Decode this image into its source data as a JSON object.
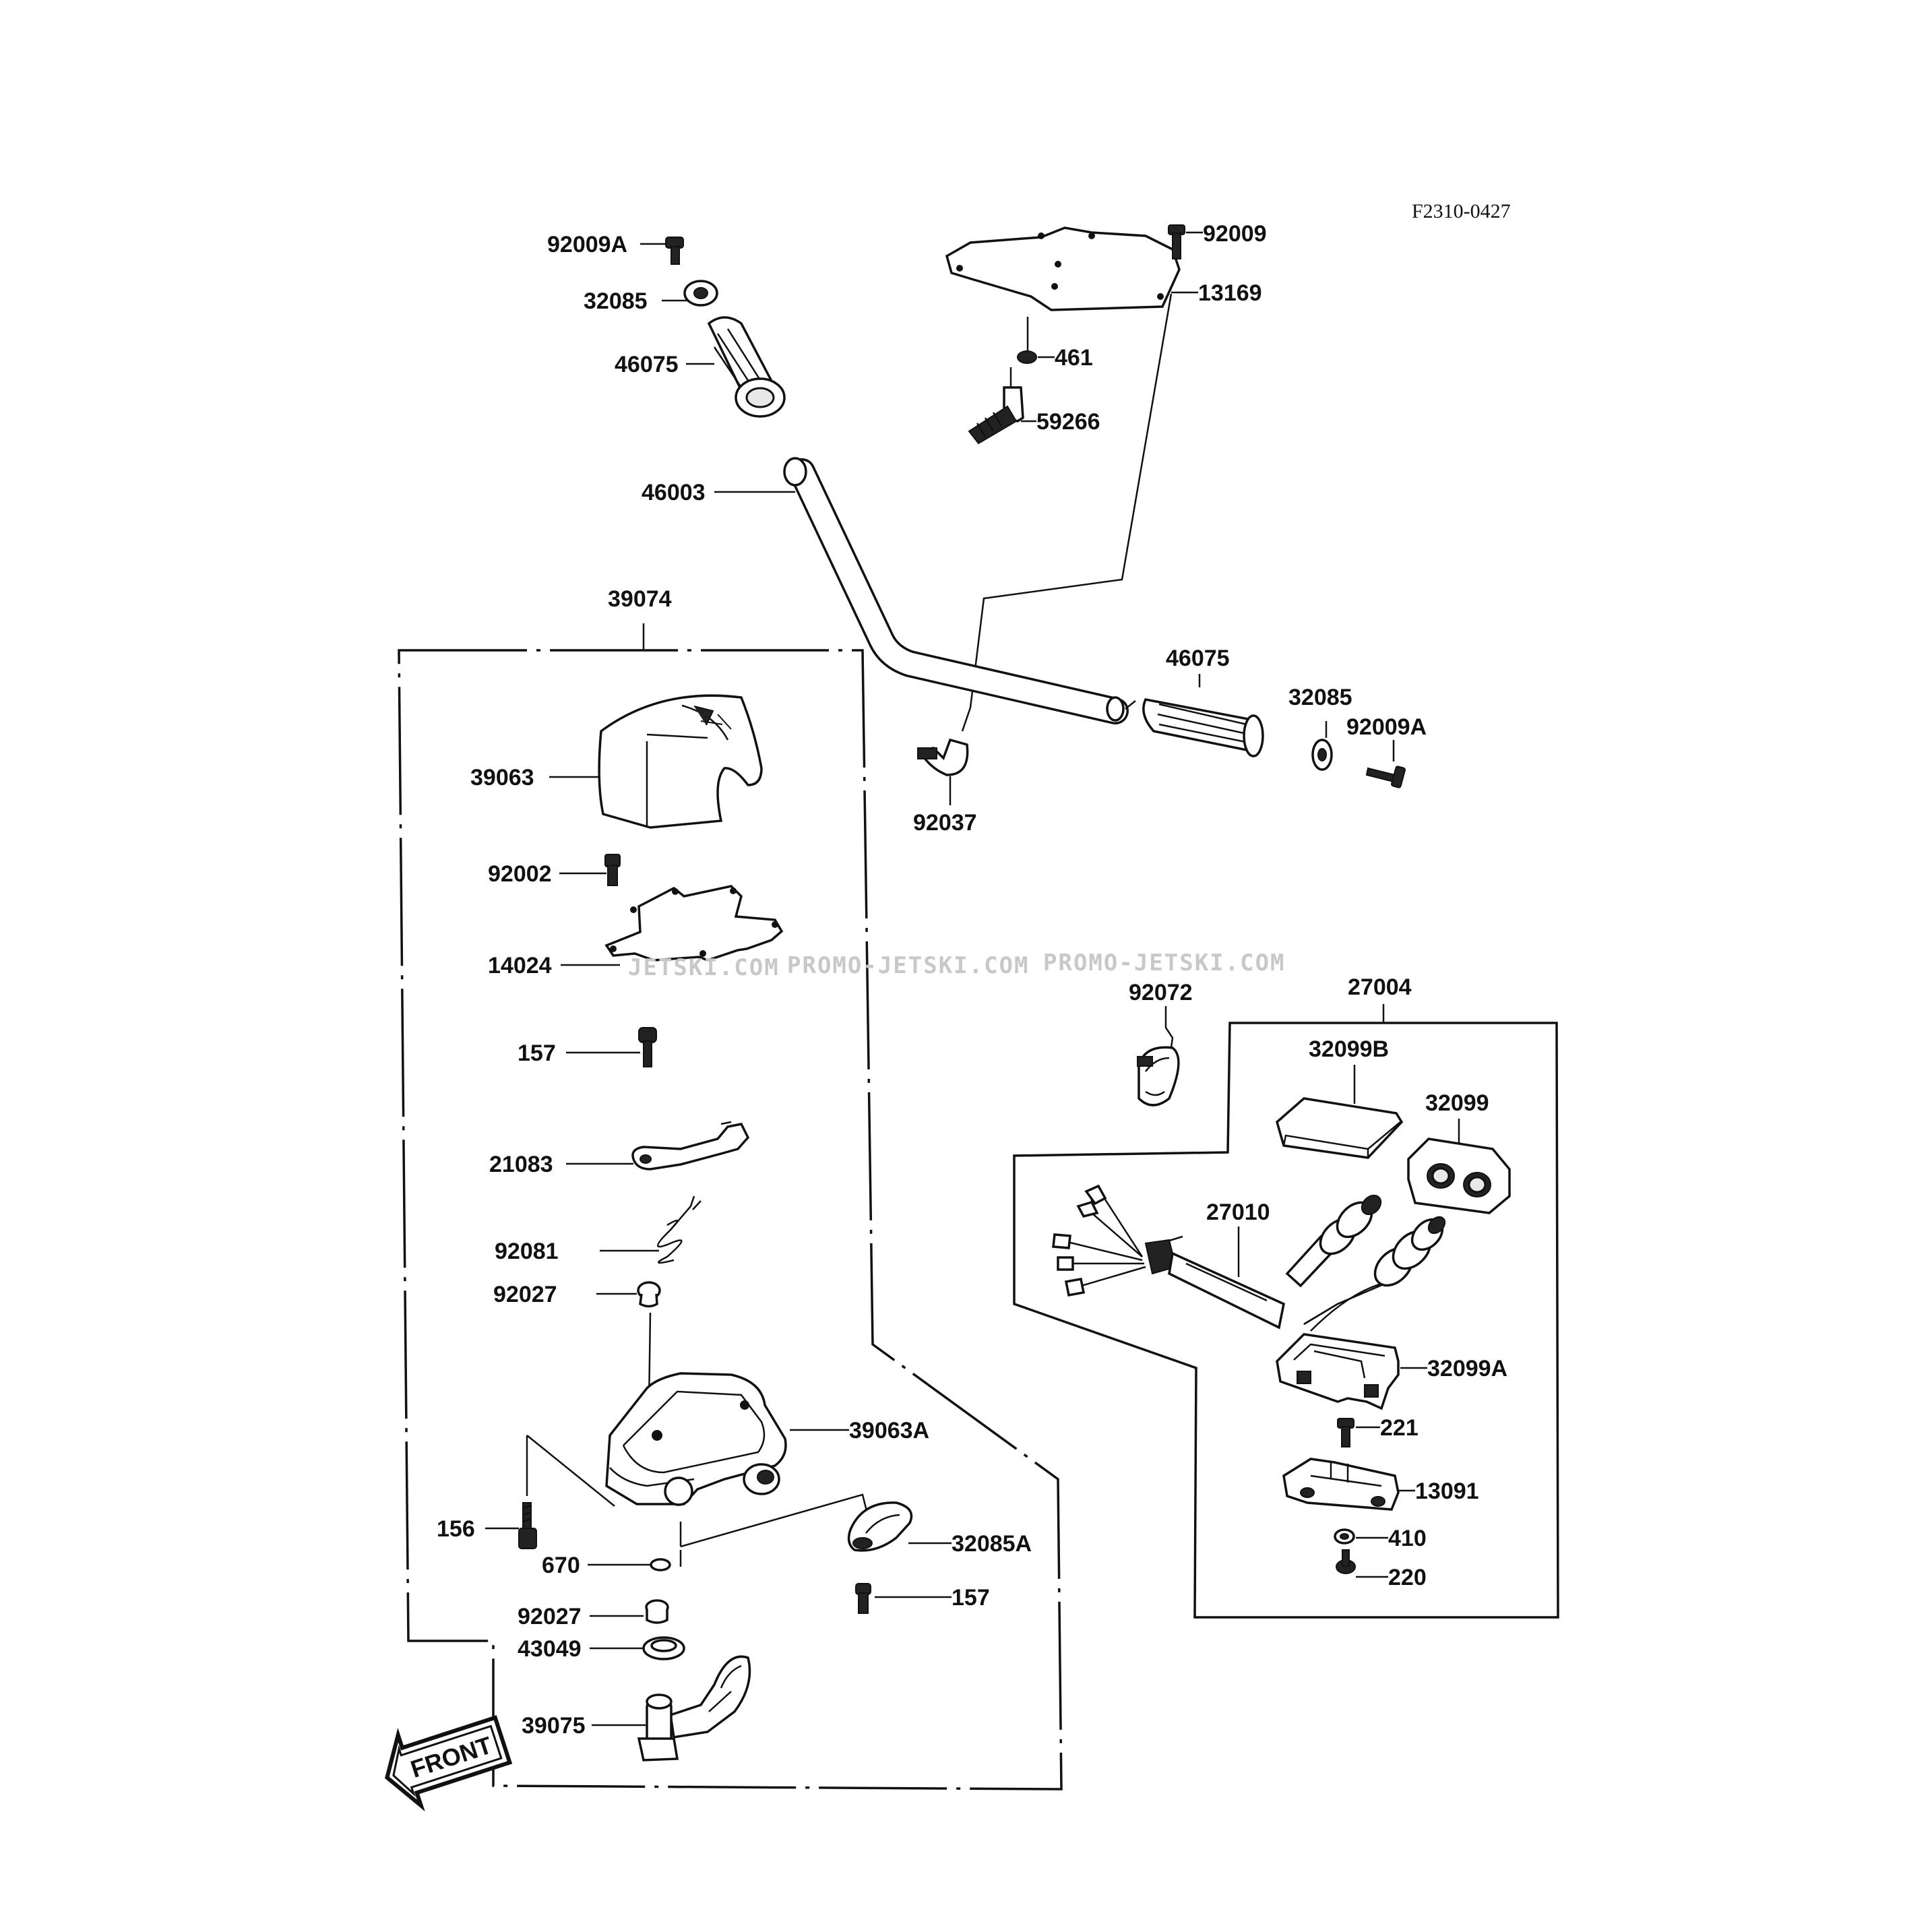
{
  "drawing_code": "F2310-0427",
  "watermark": [
    "JETSKI.COM",
    "PROMO-JETSKI.COM",
    "PROMO-JETSKI.COM"
  ],
  "front_arrow": "FRONT",
  "labels": {
    "p92009A_top": "92009A",
    "p32085_top": "32085",
    "p46075_top": "46075",
    "p92009": "92009",
    "p13169": "13169",
    "p461": "461",
    "p59266": "59266",
    "p46003": "46003",
    "p39074": "39074",
    "p46075_right": "46075",
    "p32085_right": "32085",
    "p92009A_right": "92009A",
    "p92037": "92037",
    "p39063": "39063",
    "p92002": "92002",
    "p14024": "14024",
    "p157_a": "157",
    "p21083": "21083",
    "p92081": "92081",
    "p92027_a": "92027",
    "p39063A": "39063A",
    "p156": "156",
    "p670": "670",
    "p32085A": "32085A",
    "p157_b": "157",
    "p92027_b": "92027",
    "p43049": "43049",
    "p39075": "39075",
    "p92072": "92072",
    "p27004": "27004",
    "p32099B": "32099B",
    "p32099": "32099",
    "p27010": "27010",
    "p32099A": "32099A",
    "p221": "221",
    "p13091": "13091",
    "p410": "410",
    "p220": "220"
  }
}
